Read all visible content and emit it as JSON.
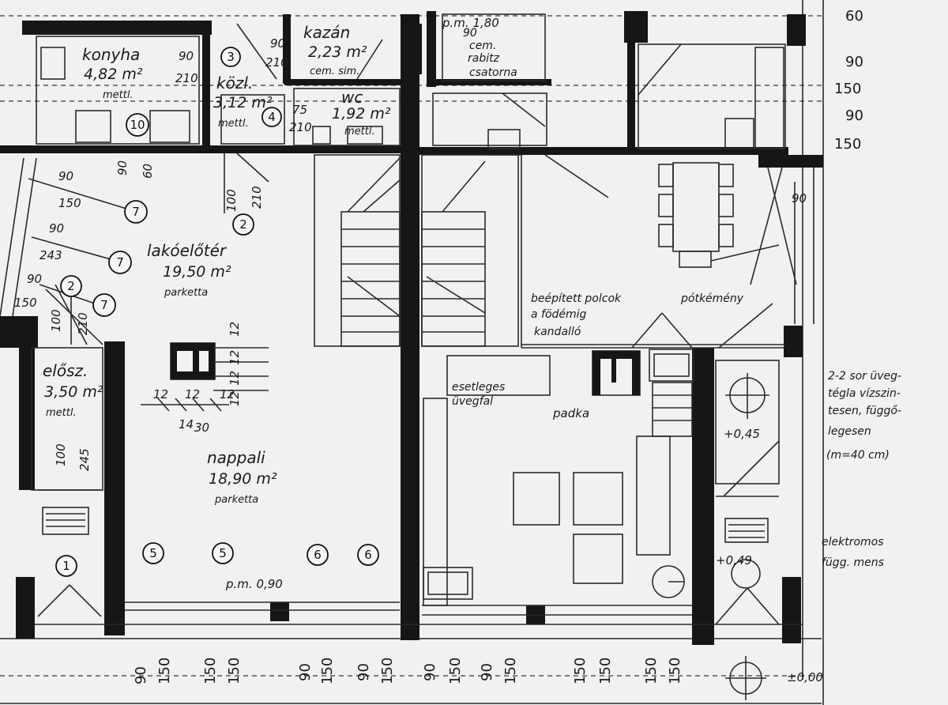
{
  "rooms": {
    "kitchen": {
      "name": "konyha",
      "area": "4,82 m²",
      "floor": "mettl."
    },
    "boiler": {
      "name": "kazán",
      "area": "2,23 m²",
      "floor": "cem. sim."
    },
    "corridor": {
      "name": "közl.",
      "area": "3,12 m²",
      "floor": "mettl."
    },
    "wc": {
      "name": "wc",
      "area": "1,92 m²",
      "floor": "mettl."
    },
    "hall": {
      "name": "lakóelőtér",
      "area": "19,50 m²",
      "floor": "parketta"
    },
    "entry": {
      "name": "elősz.",
      "area": "3,50 m²",
      "floor": "mettl."
    },
    "living": {
      "name": "nappali",
      "area": "18,90 m²",
      "floor": "parketta"
    }
  },
  "notes": {
    "pm_top": "p.m. 1,80",
    "cem_label": "cem.",
    "rabitz": "rabitz",
    "csatorna": "csatorna",
    "shelves_1": "beépített polcok",
    "shelves_2": "a födémig",
    "fireplace": "kandalló",
    "chimney": "pótkémény",
    "glass_1": "esetleges",
    "glass_2": "üvegfal",
    "bench": "padka",
    "glassbrick_1": "2-2 sor üveg-",
    "glassbrick_2": "tégla vízszin-",
    "glassbrick_3": "tesen, függő-",
    "glassbrick_4": "legesen",
    "glassbrick_5": "(m=40 cm)",
    "level_045": "+0,45",
    "level_049": "+0,49",
    "level_000": "±0,00",
    "pm_090": "p.m. 0,90",
    "electric_1": "elektromos",
    "electric_2": "függ. mens"
  },
  "tags": [
    "10",
    "3",
    "4",
    "7",
    "7",
    "7",
    "2",
    "2",
    "1",
    "5",
    "5",
    "6",
    "6"
  ],
  "door_dims": {
    "kitchen_w": "90",
    "kitchen_h": "210",
    "corridor_w": "90",
    "corridor_h": "210",
    "wc_w": "75",
    "wc_h": "210",
    "hall_a": "90",
    "hall_b": "60",
    "hall_door_w": "100",
    "hall_door_h": "210",
    "hall_win_1": "90",
    "hall_win_2": "150",
    "hall_win_3": "90",
    "hall_win_4": "243",
    "hall_win_5": "90",
    "hall_win_6": "150",
    "entry_w": "100",
    "entry_h": "210",
    "entry_door_w": "100",
    "entry_door_h": "245",
    "right_win": "90",
    "pm_small": "90"
  },
  "stairs_dims": {
    "s1": "12",
    "s2": "12",
    "s3": "12",
    "s4": "14",
    "s5": "30",
    "v1": "12",
    "v2": "12",
    "v3": "12",
    "v4": "12"
  },
  "right_dims": [
    "60",
    "90",
    "150",
    "90",
    "150"
  ],
  "bottom_dims": [
    "90",
    "150",
    "150",
    "150",
    "90",
    "150",
    "90",
    "150",
    "90",
    "150",
    "90",
    "150",
    "150",
    "150",
    "150",
    "150"
  ]
}
